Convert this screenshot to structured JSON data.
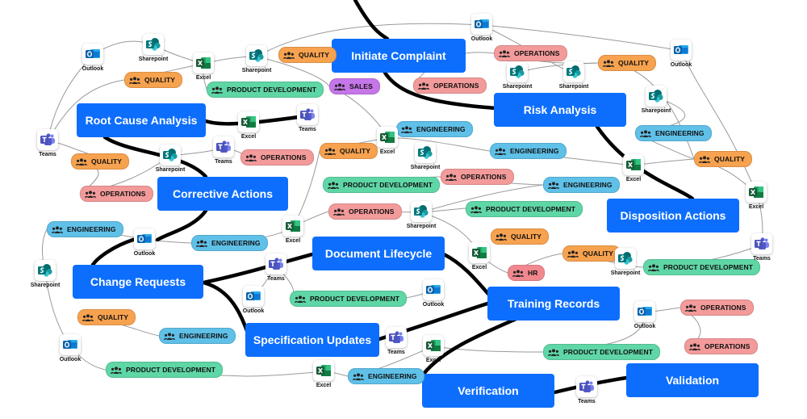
{
  "colors": {
    "process": "#0d6efd",
    "quality": "#f7a24f",
    "operations": "#f39a9a",
    "engineering": "#5fc0e8",
    "product_development": "#5fd6a6",
    "sales": "#c576e8",
    "hr": "#f1888f"
  },
  "tag_labels": {
    "quality": "QUALITY",
    "operations": "OPERATIONS",
    "engineering": "ENGINEERING",
    "product_development": "PRODUCT DEVELOPMENT",
    "sales": "SALES",
    "hr": "HR"
  },
  "app_labels": {
    "outlook": "Outlook",
    "excel": "Excel",
    "teams": "Teams",
    "sharepoint": "Sharepoint"
  },
  "processes": [
    {
      "id": "initiate-complaint",
      "label": "Initiate Complaint"
    },
    {
      "id": "risk-analysis",
      "label": "Risk Analysis"
    },
    {
      "id": "root-cause-analysis",
      "label": "Root Cause Analysis"
    },
    {
      "id": "corrective-actions",
      "label": "Corrective Actions"
    },
    {
      "id": "disposition-actions",
      "label": "Disposition Actions"
    },
    {
      "id": "document-lifecycle",
      "label": "Document Lifecycle"
    },
    {
      "id": "change-requests",
      "label": "Change Requests"
    },
    {
      "id": "training-records",
      "label": "Training Records"
    },
    {
      "id": "specification-updates",
      "label": "Specification Updates"
    },
    {
      "id": "verification",
      "label": "Verification"
    },
    {
      "id": "validation",
      "label": "Validation"
    }
  ],
  "tags": [
    {
      "kind": "quality"
    },
    {
      "kind": "quality"
    },
    {
      "kind": "product_development"
    },
    {
      "kind": "sales"
    },
    {
      "kind": "operations"
    },
    {
      "kind": "operations"
    },
    {
      "kind": "quality"
    },
    {
      "kind": "engineering"
    },
    {
      "kind": "engineering"
    },
    {
      "kind": "engineering"
    },
    {
      "kind": "quality"
    },
    {
      "kind": "operations"
    },
    {
      "kind": "quality"
    },
    {
      "kind": "quality"
    },
    {
      "kind": "product_development"
    },
    {
      "kind": "engineering"
    },
    {
      "kind": "operations"
    },
    {
      "kind": "operations"
    },
    {
      "kind": "product_development"
    },
    {
      "kind": "engineering"
    },
    {
      "kind": "operations"
    },
    {
      "kind": "engineering"
    },
    {
      "kind": "quality"
    },
    {
      "kind": "hr"
    },
    {
      "kind": "product_development"
    },
    {
      "kind": "product_development"
    },
    {
      "kind": "quality"
    },
    {
      "kind": "engineering"
    },
    {
      "kind": "operations"
    },
    {
      "kind": "operations"
    },
    {
      "kind": "product_development"
    },
    {
      "kind": "product_development"
    },
    {
      "kind": "quality"
    },
    {
      "kind": "engineering"
    }
  ],
  "apps": [
    {
      "kind": "outlook"
    },
    {
      "kind": "sharepoint"
    },
    {
      "kind": "excel"
    },
    {
      "kind": "sharepoint"
    },
    {
      "kind": "outlook"
    },
    {
      "kind": "outlook"
    },
    {
      "kind": "sharepoint"
    },
    {
      "kind": "sharepoint"
    },
    {
      "kind": "sharepoint"
    },
    {
      "kind": "excel"
    },
    {
      "kind": "teams"
    },
    {
      "kind": "teams"
    },
    {
      "kind": "excel"
    },
    {
      "kind": "sharepoint"
    },
    {
      "kind": "teams"
    },
    {
      "kind": "sharepoint"
    },
    {
      "kind": "excel"
    },
    {
      "kind": "excel"
    },
    {
      "kind": "outlook"
    },
    {
      "kind": "sharepoint"
    },
    {
      "kind": "excel"
    },
    {
      "kind": "sharepoint"
    },
    {
      "kind": "excel"
    },
    {
      "kind": "sharepoint"
    },
    {
      "kind": "teams"
    },
    {
      "kind": "teams"
    },
    {
      "kind": "outlook"
    },
    {
      "kind": "outlook"
    },
    {
      "kind": "outlook"
    },
    {
      "kind": "teams"
    },
    {
      "kind": "excel"
    },
    {
      "kind": "outlook"
    },
    {
      "kind": "excel"
    },
    {
      "kind": "teams"
    }
  ]
}
